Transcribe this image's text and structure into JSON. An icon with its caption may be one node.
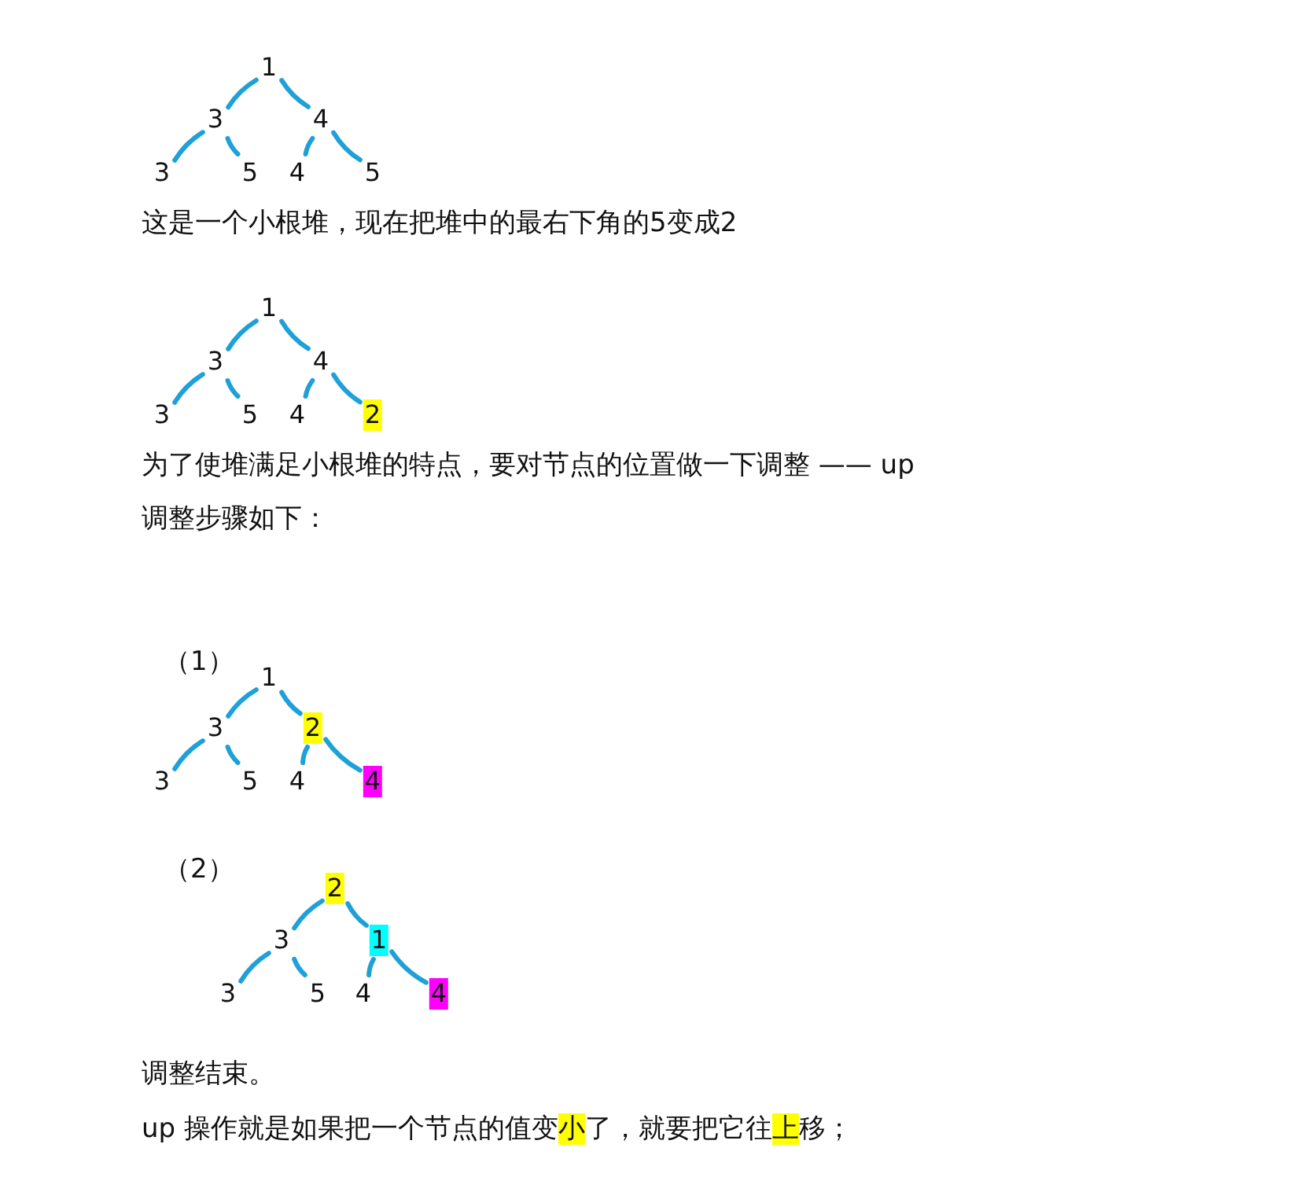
{
  "diagram": {
    "nodes": [
      {
        "text": [
          "1"
        ]
      },
      {
        "text": [
          "3"
        ]
      },
      {
        "text": [
          "4"
        ]
      },
      {
        "text": [
          "3"
        ]
      },
      {
        "text": [
          "5"
        ]
      },
      {
        "text": [
          "4"
        ]
      },
      {
        "text": [
          "5"
        ]
      },
      {
        "text": [
          "1"
        ]
      },
      {
        "text": [
          "3"
        ]
      },
      {
        "text": [
          "4"
        ]
      },
      {
        "text": [
          "3"
        ]
      },
      {
        "text": [
          "5"
        ]
      },
      {
        "text": [
          "4"
        ]
      },
      {
        "text": [
          "2"
        ]
      },
      {
        "text": [
          "1"
        ]
      },
      {
        "text": [
          "3"
        ]
      },
      {
        "text": [
          "2"
        ]
      },
      {
        "text": [
          "3"
        ]
      },
      {
        "text": [
          "5"
        ]
      },
      {
        "text": [
          "4"
        ]
      },
      {
        "text": [
          "4"
        ]
      },
      {
        "text": [
          "2"
        ]
      },
      {
        "text": [
          "3"
        ]
      },
      {
        "text": [
          "1"
        ]
      },
      {
        "text": [
          "3"
        ]
      },
      {
        "text": [
          "5"
        ]
      },
      {
        "text": [
          "4"
        ]
      },
      {
        "text": [
          "4"
        ]
      }
    ],
    "edges": [
      {
        "from": 0,
        "to": 1,
        "arrow": "none"
      },
      {
        "from": 0,
        "to": 2,
        "arrow": "none"
      },
      {
        "from": 1,
        "to": 3,
        "arrow": "none"
      },
      {
        "from": 1,
        "to": 4,
        "arrow": "none"
      },
      {
        "from": 2,
        "to": 5,
        "arrow": "none"
      },
      {
        "from": 2,
        "to": 6,
        "arrow": "none"
      },
      {
        "from": 7,
        "to": 8,
        "arrow": "none"
      },
      {
        "from": 7,
        "to": 9,
        "arrow": "none"
      },
      {
        "from": 8,
        "to": 10,
        "arrow": "none"
      },
      {
        "from": 8,
        "to": 11,
        "arrow": "none"
      },
      {
        "from": 9,
        "to": 12,
        "arrow": "none"
      },
      {
        "from": 9,
        "to": 13,
        "arrow": "none"
      },
      {
        "from": 14,
        "to": 15,
        "arrow": "none"
      },
      {
        "from": 14,
        "to": 16,
        "arrow": "none"
      },
      {
        "from": 15,
        "to": 17,
        "arrow": "none"
      },
      {
        "from": 15,
        "to": 18,
        "arrow": "none"
      },
      {
        "from": 16,
        "to": 19,
        "arrow": "none"
      },
      {
        "from": 16,
        "to": 20,
        "arrow": "none"
      },
      {
        "from": 21,
        "to": 22,
        "arrow": "none"
      },
      {
        "from": 21,
        "to": 23,
        "arrow": "none"
      },
      {
        "from": 22,
        "to": 24,
        "arrow": "none"
      },
      {
        "from": 22,
        "to": 25,
        "arrow": "none"
      },
      {
        "from": 23,
        "to": 26,
        "arrow": "none"
      },
      {
        "from": 23,
        "to": 27,
        "arrow": "none"
      }
    ],
    "labels": [
      "这是一个小根堆，现在把堆中的最右下角的5变成2",
      "为了使堆满足小根堆的特点，要对节点的位置做一下调整 —— up",
      "调整步骤如下：",
      "（1）",
      "（2）",
      "调整结束。",
      "up 操作就是如果把一个节点的值变**小**了，就要把它往**上**移；"
    ]
  }
}
